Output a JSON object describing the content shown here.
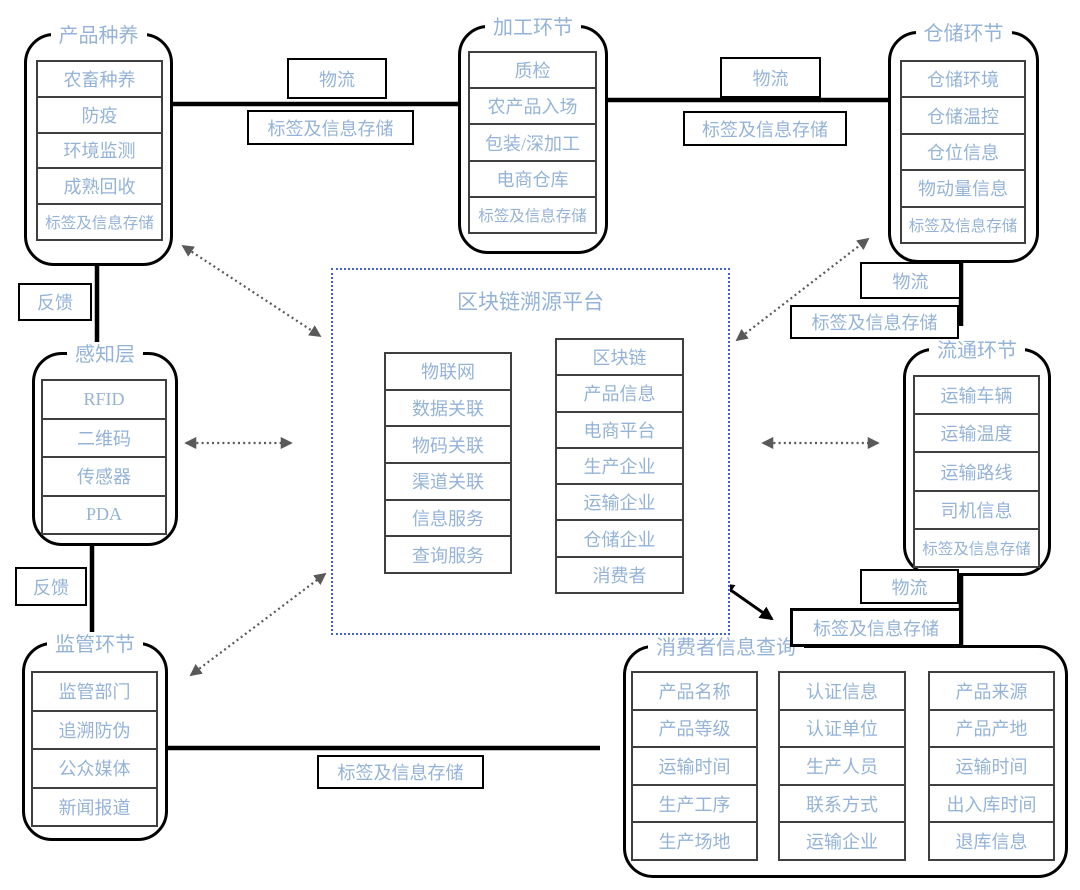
{
  "labels": {
    "logistics": "物流",
    "label_storage": "标签及信息存储",
    "feedback": "反馈"
  },
  "nodes": {
    "product_farming": {
      "title": "产品种养",
      "items": [
        "农畜种养",
        "防疫",
        "环境监测",
        "成熟回收",
        "标签及信息存储"
      ]
    },
    "processing": {
      "title": "加工环节",
      "items": [
        "质检",
        "农产品入场",
        "包装/深加工",
        "电商仓库",
        "标签及信息存储"
      ]
    },
    "warehousing": {
      "title": "仓储环节",
      "items": [
        "仓储环境",
        "仓储温控",
        "仓位信息",
        "物动量信息",
        "标签及信息存储"
      ]
    },
    "perception_layer": {
      "title": "感知层",
      "items": [
        "RFID",
        "二维码",
        "传感器",
        "PDA"
      ]
    },
    "platform": {
      "title": "区块链溯源平台",
      "left_items": [
        "物联网",
        "数据关联",
        "物码关联",
        "渠道关联",
        "信息服务",
        "查询服务"
      ],
      "right_items": [
        "区块链",
        "产品信息",
        "电商平台",
        "生产企业",
        "运输企业",
        "仓储企业",
        "消费者"
      ]
    },
    "circulation": {
      "title": "流通环节",
      "items": [
        "运输车辆",
        "运输温度",
        "运输路线",
        "司机信息",
        "标签及信息存储"
      ]
    },
    "supervision": {
      "title": "监管环节",
      "items": [
        "监管部门",
        "追溯防伪",
        "公众媒体",
        "新闻报道"
      ]
    },
    "consumer_query": {
      "title": "消费者信息查询",
      "col1": [
        "产品名称",
        "产品等级",
        "运输时间",
        "生产工序",
        "生产场地"
      ],
      "col2": [
        "认证信息",
        "认证单位",
        "生产人员",
        "联系方式",
        "运输企业"
      ],
      "col3": [
        "产品来源",
        "产品产地",
        "运输时间",
        "出入库时间",
        "退库信息"
      ]
    }
  },
  "colors": {
    "text_blue": "#95b3d7",
    "platform_border_blue": "#4262c9",
    "arrow_gray": "#595959",
    "line_black": "#000000"
  }
}
